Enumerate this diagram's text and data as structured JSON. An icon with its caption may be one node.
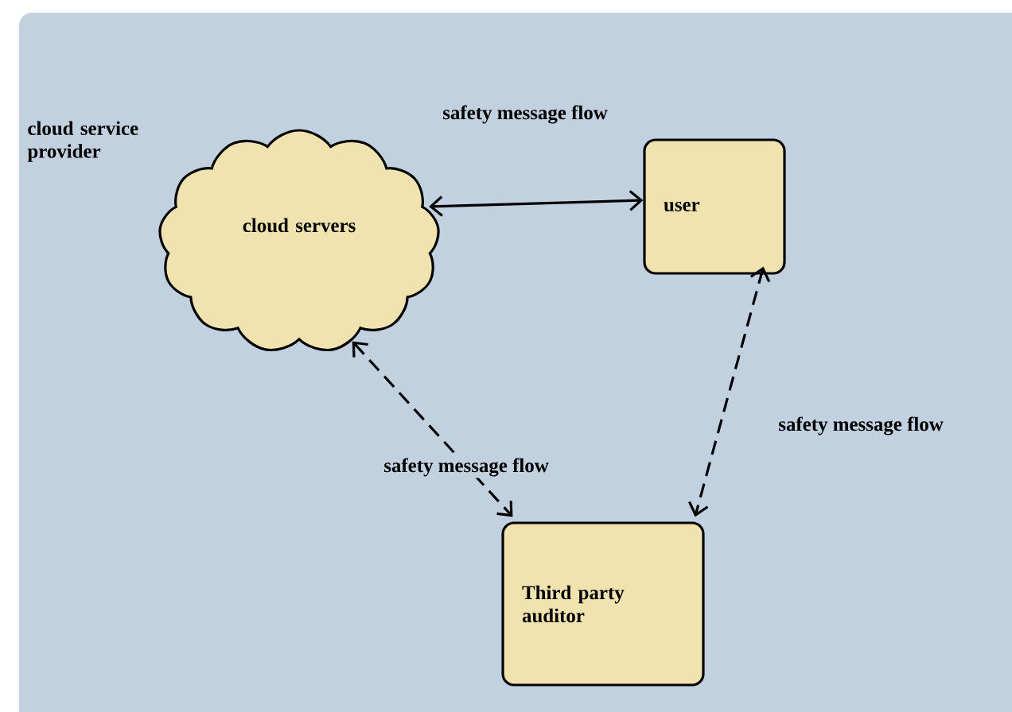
{
  "diagram": {
    "nodes": [
      {
        "text": [
          "cloud servers"
        ],
        "beside": [
          "cloud service provider"
        ]
      },
      {
        "text": [
          "user"
        ]
      },
      {
        "text": [
          "Third party auditor"
        ]
      }
    ],
    "edges": [
      {
        "from": 0,
        "to": 1,
        "arrow": "both",
        "label": "safety message flow"
      },
      {
        "from": 0,
        "to": 2,
        "arrow": "both",
        "label": "safety message flow",
        "style": "dashed"
      },
      {
        "from": 1,
        "to": 2,
        "arrow": "both",
        "label": "safety message flow",
        "style": "dashed"
      }
    ]
  }
}
